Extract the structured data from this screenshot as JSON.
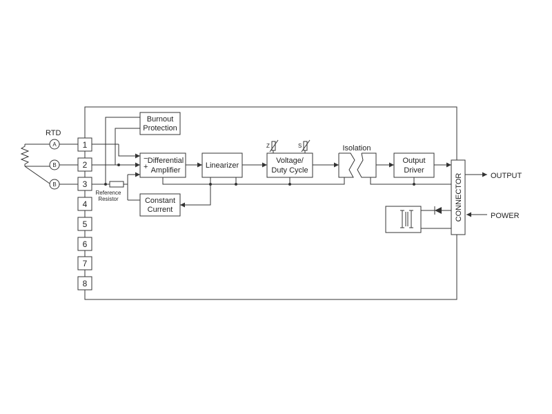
{
  "rtd": {
    "label": "RTD",
    "nodes": [
      "A",
      "B",
      "B"
    ]
  },
  "terminals": [
    "1",
    "2",
    "3",
    "4",
    "5",
    "6",
    "7",
    "8"
  ],
  "reference_resistor": [
    "Reference",
    "Resistor"
  ],
  "blocks": {
    "burnout": [
      "Burnout",
      "Protection"
    ],
    "diff_amp": [
      "Differential",
      "Amplifier"
    ],
    "diff_amp_signs": [
      "−",
      "+"
    ],
    "constant_current": [
      "Constant",
      "Current"
    ],
    "linearizer": "Linearizer",
    "voltage": [
      "Voltage/",
      "Duty Cycle"
    ],
    "zero_label": "Z",
    "span_label": "S",
    "isolation": "Isolation",
    "output_driver": [
      "Output",
      "Driver"
    ],
    "connector": "CONNECTOR"
  },
  "external": {
    "output": "OUTPUT",
    "power": "POWER"
  },
  "colors": {
    "line": "#333333",
    "text": "#222222",
    "background": "#ffffff"
  }
}
